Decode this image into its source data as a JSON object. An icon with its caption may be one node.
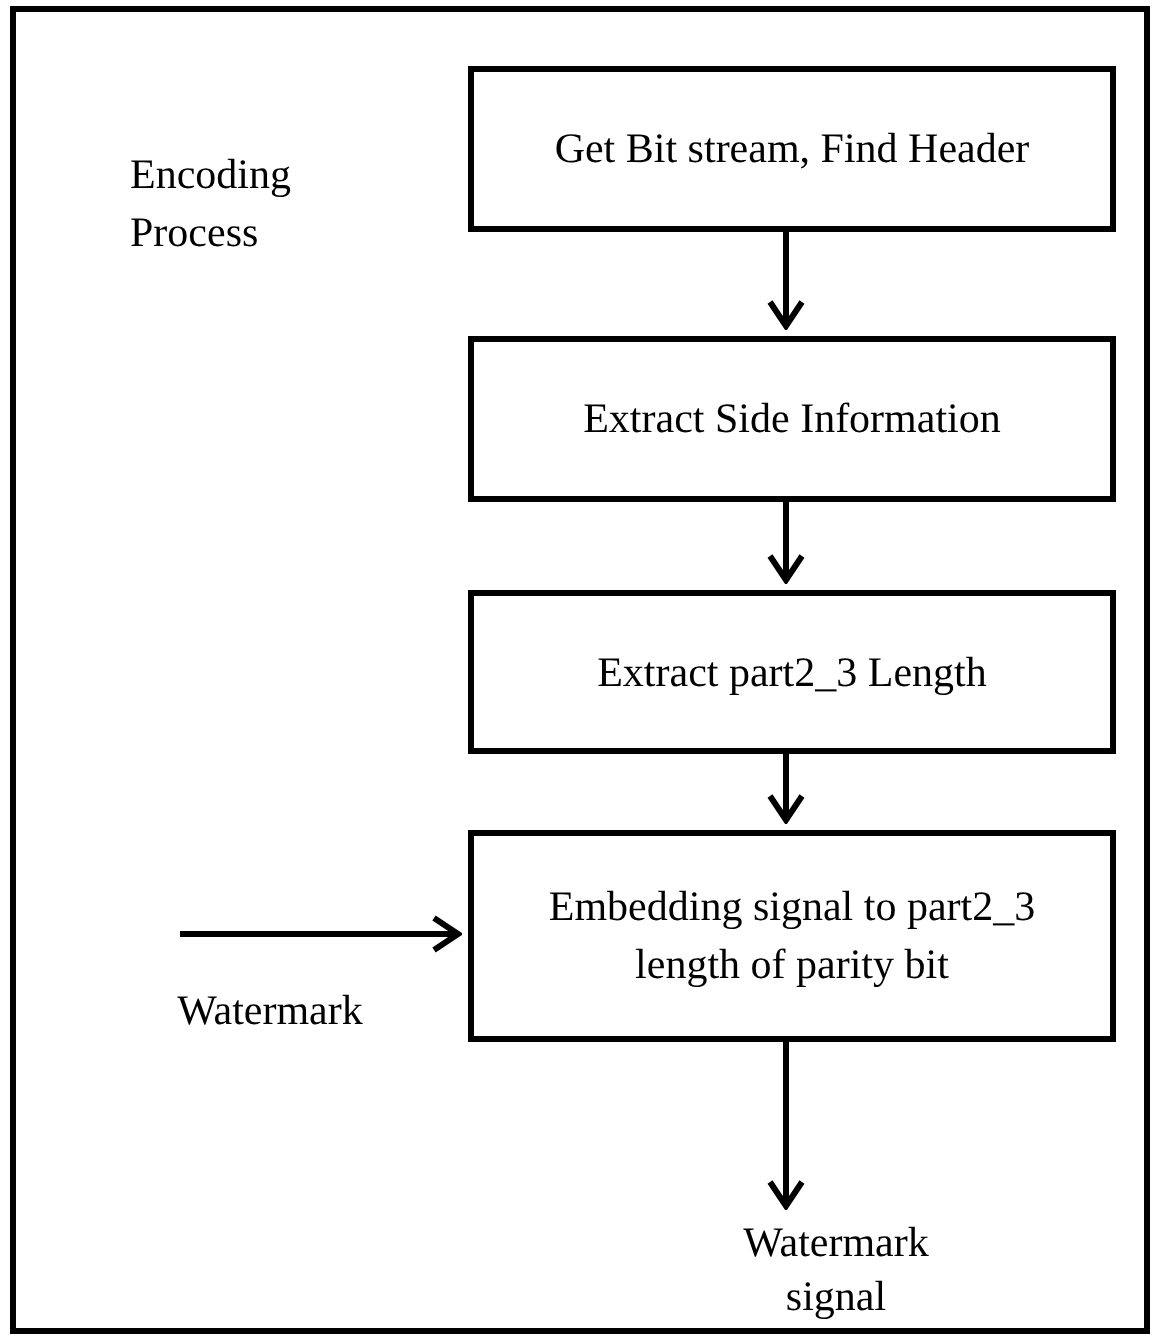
{
  "diagram": {
    "nodes": [
      {
        "text": [
          "Encoding Process"
        ]
      },
      {
        "text": [
          "Get Bit stream, Find Header"
        ],
        "in": 0
      },
      {
        "text": [
          "Extract Side Information"
        ],
        "in": 0
      },
      {
        "text": [
          "Extract part2_3 Length"
        ],
        "in": 0
      },
      {
        "text": [
          "Embedding signal to part2_3 length of parity bit"
        ],
        "in": 0
      },
      {
        "text": [
          "Watermark"
        ],
        "in": 0
      },
      {
        "text": [
          "Watermark signal"
        ],
        "in": 0
      }
    ],
    "edges": [
      {
        "from": 1,
        "to": 2,
        "arrow": "to"
      },
      {
        "from": 2,
        "to": 3,
        "arrow": "to"
      },
      {
        "from": 3,
        "to": 4,
        "arrow": "to"
      },
      {
        "from": 5,
        "to": 4,
        "arrow": "to"
      },
      {
        "from": 4,
        "to": 6,
        "arrow": "to"
      }
    ]
  }
}
